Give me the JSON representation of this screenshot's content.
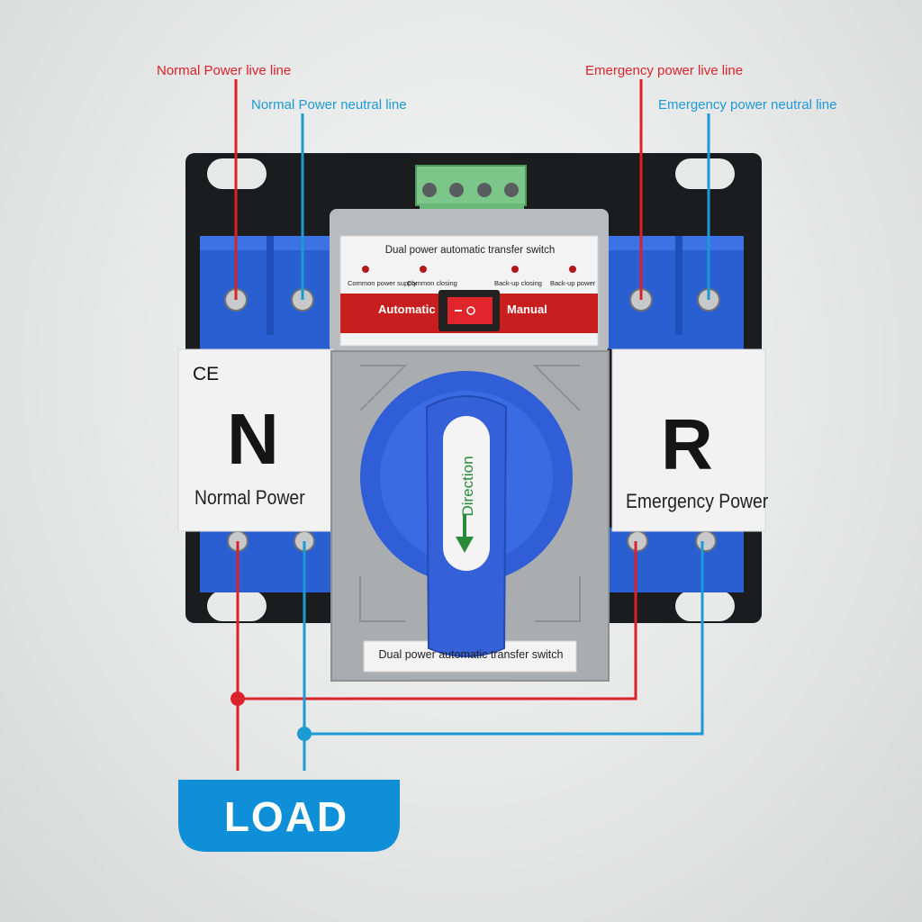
{
  "callouts": {
    "normal_live": "Normal Power live line",
    "normal_neutral": "Normal Power neutral line",
    "emergency_live": "Emergency power live line",
    "emergency_neutral": "Emergency power neutral line"
  },
  "device": {
    "top_title": "Dual power automatic transfer switch",
    "indicators": [
      "Common power supply",
      "Common closing",
      "Back-up closing",
      "Back-up power"
    ],
    "mode_left": "Automatic",
    "mode_right": "Manual",
    "handle_text": "Direction",
    "bottom_label": "Dual power automatic transfer switch",
    "ce_mark": "CE"
  },
  "labels": {
    "normal_letter": "N",
    "normal_name": "Normal Power",
    "emergency_letter": "R",
    "emergency_name": "Emergency Power"
  },
  "load_label": "LOAD",
  "colors": {
    "live_wire": "#d9232b",
    "neutral_wire": "#1c9ad6",
    "terminal_blue": "#2a5fd1",
    "handle_blue": "#3461d8",
    "housing_gray": "#a9adb0",
    "indicator_red": "#c81e1e",
    "load_blue": "#0e8fd8"
  }
}
